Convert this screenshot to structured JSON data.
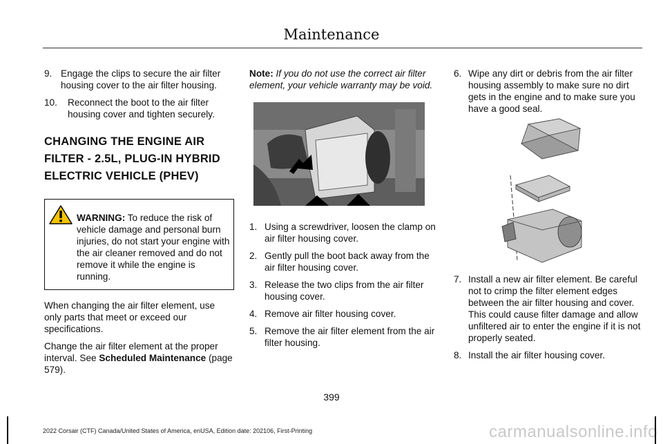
{
  "header": {
    "title": "Maintenance"
  },
  "column1": {
    "steps": [
      {
        "num": "9.",
        "text": "Engage the clips to secure the air filter housing cover to the air filter housing."
      },
      {
        "num": "10.",
        "text": "Reconnect the boot to the air filter housing cover and tighten securely."
      }
    ],
    "heading": "CHANGING THE ENGINE AIR FILTER - 2.5L, PLUG-IN HYBRID ELECTRIC VEHICLE (PHEV)",
    "warning": {
      "label": "WARNING:",
      "text": " To reduce the risk of vehicle damage and personal burn injuries, do not start your engine with the air cleaner removed and do not remove it while the engine is running."
    },
    "para1": "When changing the air filter element, use only parts that meet or exceed our specifications.",
    "para2_prefix": "Change the air filter element at the proper interval.  See ",
    "para2_link": "Scheduled Maintenance",
    "para2_suffix": " (page 579)."
  },
  "column2": {
    "note_label": "Note:",
    "note_text": " If you do not use the correct air filter element, your vehicle warranty may be void.",
    "steps": [
      {
        "num": "1.",
        "text": "Using a screwdriver, loosen the clamp on air filter housing cover."
      },
      {
        "num": "2.",
        "text": "Gently pull the boot back away from the air filter housing cover."
      },
      {
        "num": "3.",
        "text": "Release the two clips from the air filter housing cover."
      },
      {
        "num": "4.",
        "text": "Remove air filter housing cover."
      },
      {
        "num": "5.",
        "text": "Remove the air filter element from the air filter housing."
      }
    ]
  },
  "column3": {
    "steps_a": [
      {
        "num": "6.",
        "text": "Wipe any dirt or debris from the air filter housing assembly to make sure no dirt gets in the engine and to make sure you have a good seal."
      }
    ],
    "steps_b": [
      {
        "num": "7.",
        "text": "Install a new air filter element.  Be careful not to crimp the filter element edges between the air filter housing and cover. This could cause filter damage and allow unfiltered air to enter the engine if it is not properly seated."
      },
      {
        "num": "8.",
        "text": "Install the air filter housing cover."
      }
    ]
  },
  "page_number": "399",
  "footer": "2022 Corsair (CTF) Canada/United States of America, enUSA, Edition date: 202106, First-Printing",
  "watermark": "carmanualsonline.info"
}
